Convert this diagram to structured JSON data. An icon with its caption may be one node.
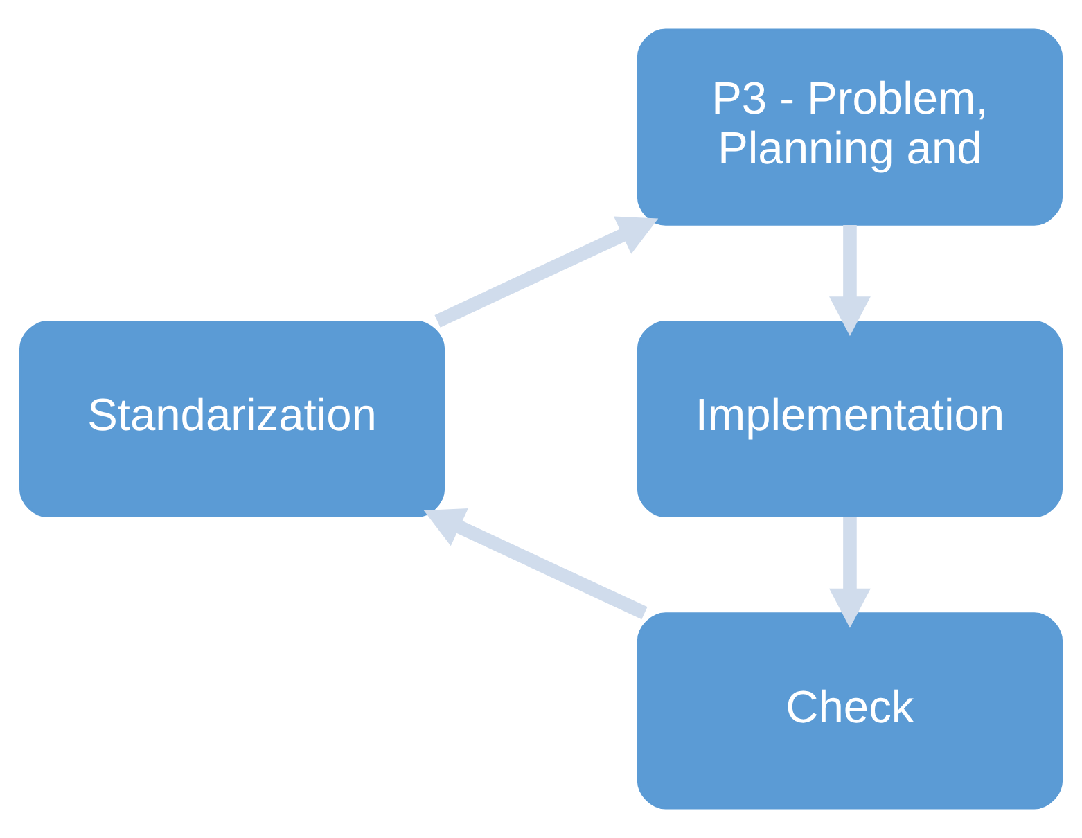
{
  "diagram": {
    "nodes": [
      {
        "text": [
          "P3 - Problem, Planning and"
        ]
      },
      {
        "text": [
          "Implementation"
        ]
      },
      {
        "text": [
          "Check"
        ]
      },
      {
        "text": [
          "Standarization"
        ]
      }
    ],
    "edges": [
      {
        "from": 0,
        "to": 1,
        "arrow": "to"
      },
      {
        "from": 1,
        "to": 2,
        "arrow": "to"
      },
      {
        "from": 2,
        "to": 3,
        "arrow": "to"
      },
      {
        "from": 3,
        "to": 0,
        "arrow": "to"
      }
    ]
  }
}
